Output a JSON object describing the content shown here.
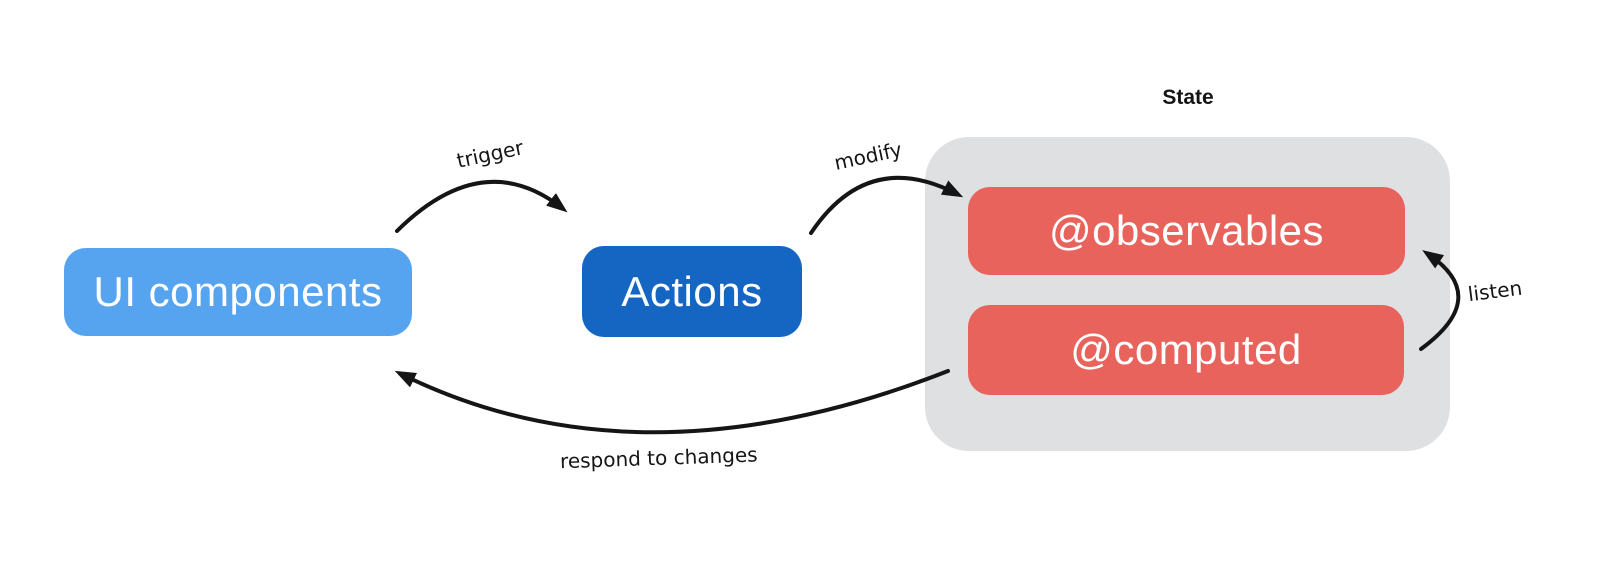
{
  "diagram": {
    "state_group_label": "State",
    "nodes": {
      "ui_components": {
        "label": "UI components"
      },
      "actions": {
        "label": "Actions"
      },
      "observables": {
        "label": "@observables"
      },
      "computed": {
        "label": "@computed"
      }
    },
    "arrows": {
      "trigger": {
        "label": "trigger",
        "from": "ui_components",
        "to": "actions"
      },
      "modify": {
        "label": "modify",
        "from": "actions",
        "to": "observables"
      },
      "listen": {
        "label": "listen",
        "from": "computed",
        "to": "observables"
      },
      "respond": {
        "label": "respond to changes",
        "from": "computed",
        "to": "ui_components"
      }
    },
    "colors": {
      "ui_components": "#56A4F0",
      "actions": "#1566C2",
      "state_box": "#E8635C",
      "state_group": "#DFE0E2",
      "arrow": "#151515",
      "node_text": "#FFFFFF",
      "annotation_text": "#151515"
    }
  }
}
